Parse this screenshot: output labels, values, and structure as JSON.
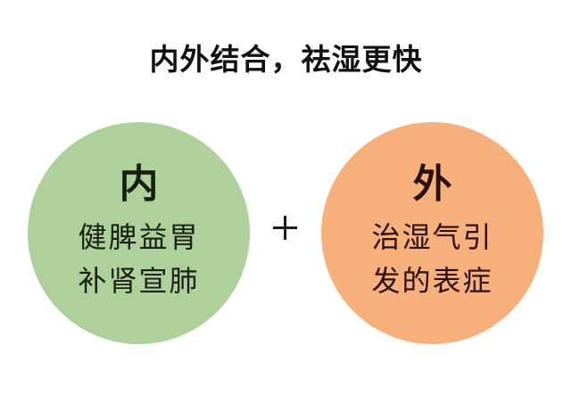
{
  "title": "内外结合，祛湿更快",
  "operator": {
    "icon": "plus-icon",
    "color": "#1a1a1a"
  },
  "circles": {
    "inner": {
      "heading": "内",
      "lines": [
        "健脾益胃",
        "补肾宣肺"
      ],
      "fill_color": "#aed09a",
      "text_color": "#1a1f14"
    },
    "outer": {
      "heading": "外",
      "lines": [
        "治湿气引",
        "发的表症"
      ],
      "fill_color": "#f7b07c",
      "text_color": "#2a0e0a"
    }
  },
  "colors": {
    "background": "#ffffff",
    "title": "#111111"
  }
}
